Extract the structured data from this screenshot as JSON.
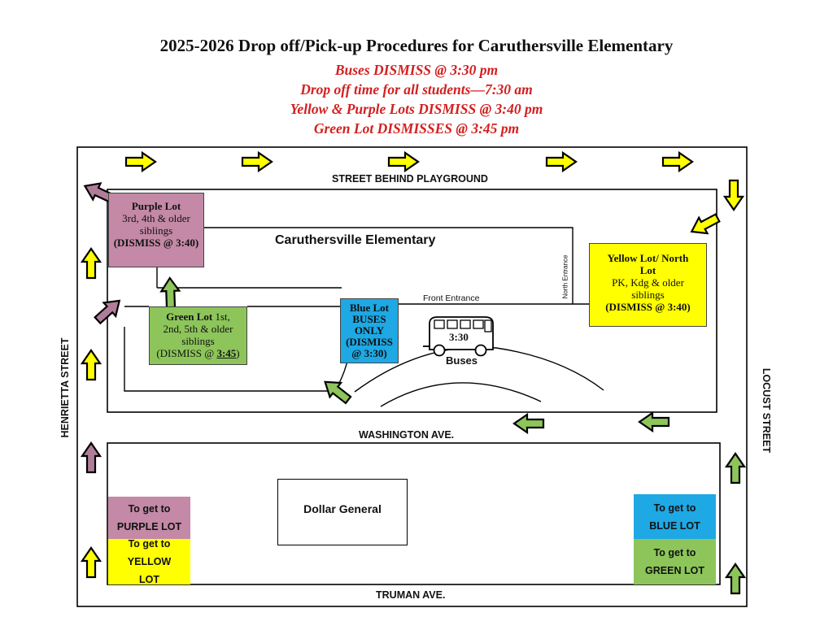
{
  "header": {
    "title": "2025-2026 Drop off/Pick-up Procedures for Caruthersville Elementary",
    "lines": [
      "Buses DISMISS @ 3:30 pm",
      "Drop off time for all students—7:30 am",
      "Yellow & Purple Lots DISMISS @ 3:40 pm",
      "Green Lot DISMISSES @ 3:45 pm"
    ]
  },
  "streets": {
    "top": "STREET BEHIND PLAYGROUND",
    "left": "HENRIETTA STREET",
    "right": "LOCUST STREET",
    "middle": "WASHINGTON AVE.",
    "bottom": "TRUMAN AVE."
  },
  "building": {
    "name": "Caruthersville Elementary",
    "front_entrance": "Front Entrance",
    "north_entrance": "North Entrance"
  },
  "lots": {
    "purple": {
      "title": "Purple Lot",
      "desc": "3rd, 4th & older siblings",
      "dismiss": "(DISMISS @ 3:40)",
      "color": "#c389a6"
    },
    "green": {
      "title": "Green Lot",
      "desc_inline": "1st,",
      "desc": "2nd, 5th & older siblings",
      "dismiss_prefix": "(DISMISS @ ",
      "dismiss_time": "3:45",
      "dismiss_suffix": ")",
      "color": "#8dc55a"
    },
    "blue": {
      "title": "Blue Lot",
      "desc": "BUSES ONLY",
      "dismiss": "(DISMISS @ 3:30)",
      "color": "#1ea8e4"
    },
    "yellow": {
      "title": "Yellow Lot/ North Lot",
      "desc": "PK, Kdg & older siblings",
      "dismiss": "(DISMISS @ 3:40)",
      "color": "#ffff00"
    }
  },
  "bus": {
    "time": "3:30",
    "label": "Buses"
  },
  "store": {
    "name": "Dollar General"
  },
  "directions": {
    "purple": "To get to PURPLE LOT",
    "yellow": "To get to YELLOW LOT",
    "blue": "To get to BLUE LOT",
    "green": "To get to GREEN LOT"
  },
  "arrow_colors": {
    "yellow": "#ffff00",
    "green": "#8dc55a",
    "purple": "#b07d98"
  }
}
